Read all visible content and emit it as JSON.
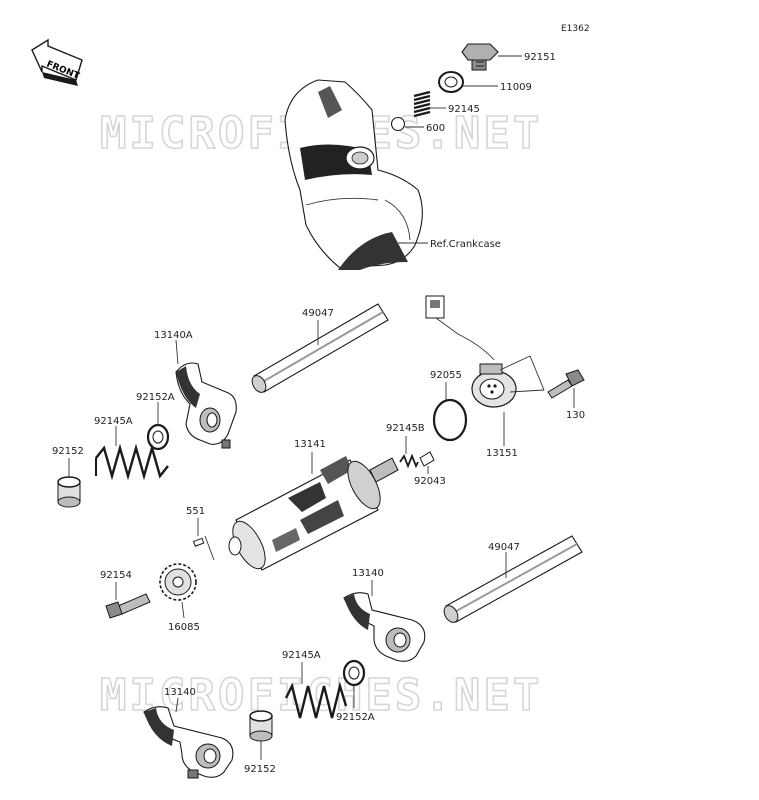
{
  "diagram_code": "E1362",
  "front_label": "FRONT",
  "watermark": "MICROFICHES.NET",
  "colors": {
    "line": "#1a1a1a",
    "shade": "#9a9a9a",
    "light": "#e6e6e6",
    "watermark": "#d6d6d6"
  },
  "callouts": {
    "p92151": "92151",
    "p11009": "11009",
    "p92145": "92145",
    "p600": "600",
    "ref_crankcase": "Ref.Crankcase",
    "p49047_top": "49047",
    "p13140A": "13140A",
    "p92152A_top": "92152A",
    "p92145A_top": "92145A",
    "p92152_top": "92152",
    "p92055": "92055",
    "p130": "130",
    "p13151": "13151",
    "p13141": "13141",
    "p92145B": "92145B",
    "p92043": "92043",
    "p551": "551",
    "p92154": "92154",
    "p16085": "16085",
    "p49047_bottom": "49047",
    "p13140": "13140",
    "p92145A_bottom": "92145A",
    "p92152A_bottom": "92152A",
    "p13140_bottom": "13140",
    "p92152_bottom": "92152"
  }
}
